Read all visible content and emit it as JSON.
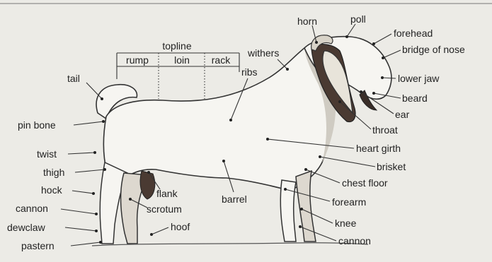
{
  "diagram": {
    "colors": {
      "background": "#ecebe6",
      "ink": "#222222",
      "body_fill": "#f6f5f1",
      "shade": "#4a3a32"
    },
    "topline": {
      "title": "topline",
      "segments": [
        "rump",
        "loin",
        "rack"
      ]
    },
    "labels": {
      "horn": "horn",
      "poll": "poll",
      "forehead": "forehead",
      "bridge_of_nose": "bridge of nose",
      "lower_jaw": "lower jaw",
      "beard": "beard",
      "ear": "ear",
      "throat": "throat",
      "heart_girth": "heart girth",
      "brisket": "brisket",
      "chest_floor": "chest floor",
      "forearm": "forearm",
      "knee": "knee",
      "cannon_front": "cannon",
      "withers": "withers",
      "ribs": "ribs",
      "tail": "tail",
      "pin_bone": "pin bone",
      "twist": "twist",
      "thigh": "thigh",
      "hock": "hock",
      "cannon_rear": "cannon",
      "dewclaw": "dewclaw",
      "pastern": "pastern",
      "flank": "flank",
      "scrotum": "scrotum",
      "hoof": "hoof",
      "barrel": "barrel"
    }
  }
}
